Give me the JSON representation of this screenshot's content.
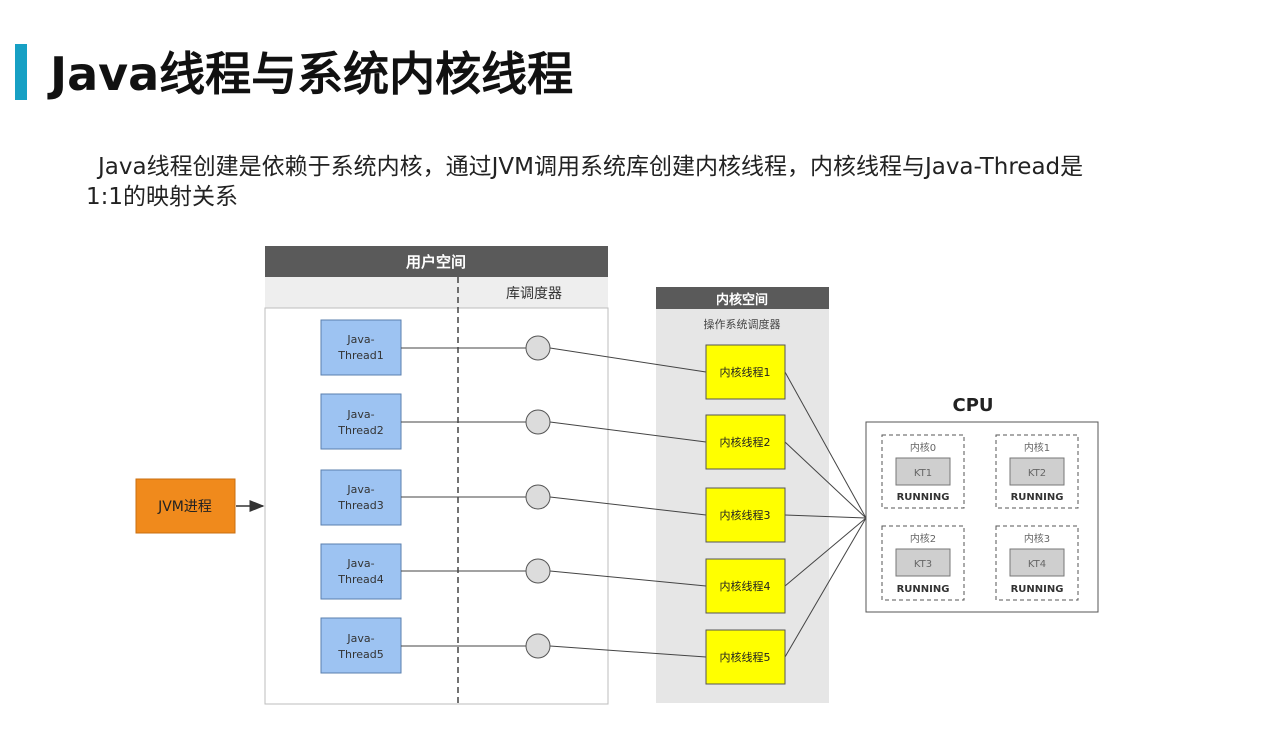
{
  "title": "Java线程与系统内核线程",
  "description": {
    "line1": "Java线程创建是依赖于系统内核，通过JVM调用系统库创建内核线程，内核线程与Java-Thread是",
    "line2": "1:1的映射关系"
  },
  "diagram": {
    "user_space_label": "用户空间",
    "lib_scheduler_label": "库调度器",
    "kernel_space_label": "内核空间",
    "os_scheduler_label": "操作系统调度器",
    "jvm_process_label": "JVM进程",
    "java_threads": [
      {
        "line1": "Java-",
        "line2": "Thread1"
      },
      {
        "line1": "Java-",
        "line2": "Thread2"
      },
      {
        "line1": "Java-",
        "line2": "Thread3"
      },
      {
        "line1": "Java-",
        "line2": "Thread4"
      },
      {
        "line1": "Java-",
        "line2": "Thread5"
      }
    ],
    "kernel_threads": [
      "内核线程1",
      "内核线程2",
      "内核线程3",
      "内核线程4",
      "内核线程5"
    ],
    "cpu_label": "CPU",
    "cores": [
      {
        "name": "内核0",
        "kt": "KT1",
        "state": "RUNNING"
      },
      {
        "name": "内核1",
        "kt": "KT2",
        "state": "RUNNING"
      },
      {
        "name": "内核2",
        "kt": "KT3",
        "state": "RUNNING"
      },
      {
        "name": "内核3",
        "kt": "KT4",
        "state": "RUNNING"
      }
    ],
    "colors": {
      "accent": "#17a0c4",
      "header": "#5a5a5a",
      "java_thread_fill": "#9dc3f2",
      "kernel_thread_fill": "#ffff00",
      "jvm_fill": "#f08a1c"
    }
  }
}
